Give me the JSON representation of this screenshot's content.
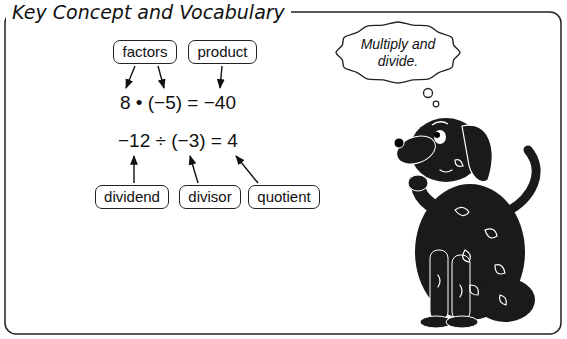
{
  "diagram": {
    "title": "Key Concept and Vocabulary",
    "nodes": [
      {
        "text": [
          "factors"
        ]
      },
      {
        "text": [
          "product"
        ]
      },
      {
        "text": [
          "Multiply and divide."
        ]
      },
      {
        "text": [
          "dividend"
        ]
      },
      {
        "text": [
          "divisor"
        ]
      },
      {
        "text": [
          "quotient"
        ]
      }
    ],
    "labels": [
      "8 • (−5) = −40",
      "−12 ÷ (−3) = 4"
    ]
  }
}
